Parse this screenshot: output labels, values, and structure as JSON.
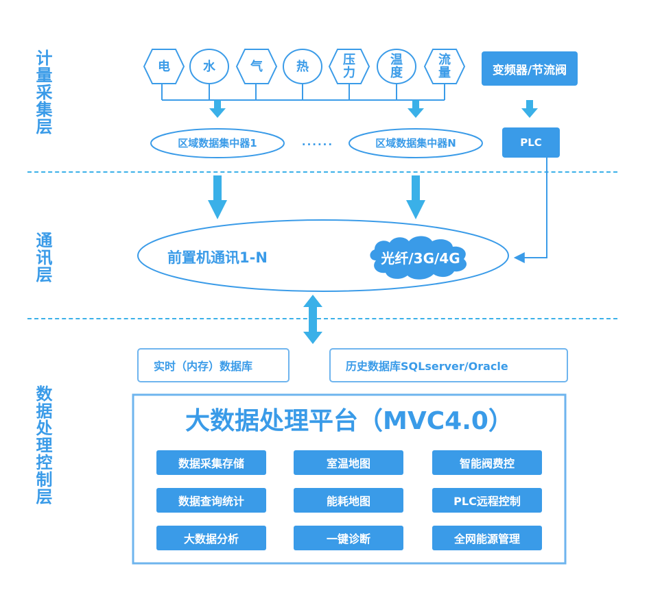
{
  "layers": {
    "acquisition": "计量采集层",
    "communication": "通讯层",
    "processing": "数据处理控制层"
  },
  "sensors": [
    "电",
    "水",
    "气",
    "热",
    "压\n力",
    "温\n度",
    "流\n量"
  ],
  "inverter": "变频器/节流阀",
  "plc": "PLC",
  "concentrator1": "区域数据集中器1",
  "ellipsis": "......",
  "concentratorN": "区域数据集中器N",
  "frontend": "前置机通讯1-N",
  "cloud": "光纤/3G/4G",
  "realtime_db": "实时（内存）数据库",
  "history_db": "历史数据库SQLserver/Oracle",
  "platform_title": "大数据处理平台（MVC4.0）",
  "modules": [
    "数据采集存储",
    "室温地图",
    "智能阀费控",
    "数据查询统计",
    "能耗地图",
    "PLC远程控制",
    "大数据分析",
    "一键诊断",
    "全网能源管理"
  ],
  "colors": {
    "primary": "#3a9be8",
    "light": "#6eb4ee",
    "dash": "#3ab0e8"
  }
}
